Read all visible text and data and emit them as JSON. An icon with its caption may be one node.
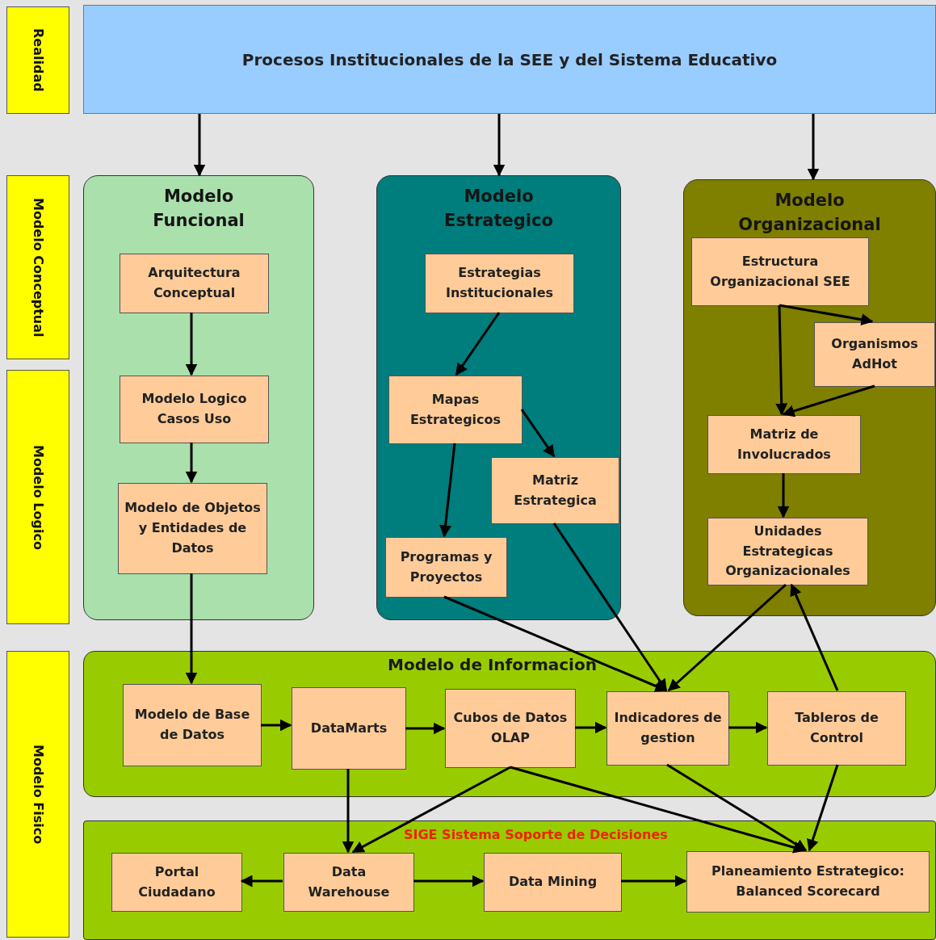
{
  "diagram": {
    "nodes": [
      {
        "text": [
          "Realidad"
        ]
      },
      {
        "text": [
          "Modelo Conceptual"
        ]
      },
      {
        "text": [
          "Modelo Logico"
        ]
      },
      {
        "text": [
          "Modelo Fisico"
        ]
      },
      {
        "text": [
          "Procesos Institucionales de la SEE y del Sistema Educativo"
        ]
      },
      {
        "text": [
          "Modelo Funcional"
        ]
      },
      {
        "text": [
          "Arquitectura Conceptual"
        ],
        "in": 5
      },
      {
        "text": [
          "Modelo Logico Casos Uso"
        ],
        "in": 5
      },
      {
        "text": [
          "Modelo de Objetos y Entidades de Datos"
        ],
        "in": 5
      },
      {
        "text": [
          "Modelo Estrategico"
        ]
      },
      {
        "text": [
          "Estrategias Institucionales"
        ],
        "in": 9
      },
      {
        "text": [
          "Mapas Estrategicos"
        ],
        "in": 9
      },
      {
        "text": [
          "Matriz Estrategica"
        ],
        "in": 9
      },
      {
        "text": [
          "Programas y Proyectos"
        ],
        "in": 9
      },
      {
        "text": [
          "Modelo Organizacional"
        ]
      },
      {
        "text": [
          "Estructura Organizacional SEE"
        ],
        "in": 14
      },
      {
        "text": [
          "Organismos AdHot"
        ],
        "in": 14
      },
      {
        "text": [
          "Matriz de Involucrados"
        ],
        "in": 14
      },
      {
        "text": [
          "Unidades Estrategicas Organizacionales"
        ],
        "in": 14
      },
      {
        "text": [
          "Modelo de Informacion"
        ]
      },
      {
        "text": [
          "Modelo de Base de Datos"
        ],
        "in": 19
      },
      {
        "text": [
          "DataMarts"
        ],
        "in": 19
      },
      {
        "text": [
          "Cubos de Datos OLAP"
        ],
        "in": 19
      },
      {
        "text": [
          "Indicadores de gestion"
        ],
        "in": 19
      },
      {
        "text": [
          "Tableros de Control"
        ],
        "in": 19
      },
      {
        "text": [
          "SIGE Sistema Soporte de Decisiones"
        ]
      },
      {
        "text": [
          "Portal Ciudadano"
        ],
        "in": 25
      },
      {
        "text": [
          "Data Warehouse"
        ],
        "in": 25
      },
      {
        "text": [
          "Data Mining"
        ],
        "in": 25
      },
      {
        "text": [
          "Planeamiento Estrategico: Balanced Scorecard"
        ],
        "in": 25
      }
    ],
    "edges": [
      {
        "from": 4,
        "to": 5,
        "arrow": "to"
      },
      {
        "from": 4,
        "to": 9,
        "arrow": "to"
      },
      {
        "from": 4,
        "to": 14,
        "arrow": "to"
      },
      {
        "from": 6,
        "to": 7,
        "arrow": "to"
      },
      {
        "from": 7,
        "to": 8,
        "arrow": "to"
      },
      {
        "from": 8,
        "to": 20,
        "arrow": "to"
      },
      {
        "from": 10,
        "to": 11,
        "arrow": "to"
      },
      {
        "from": 11,
        "to": 12,
        "arrow": "to"
      },
      {
        "from": 11,
        "to": 13,
        "arrow": "to"
      },
      {
        "from": 15,
        "to": 16,
        "arrow": "to"
      },
      {
        "from": 15,
        "to": 17,
        "arrow": "to"
      },
      {
        "from": 16,
        "to": 17,
        "arrow": "to"
      },
      {
        "from": 17,
        "to": 18,
        "arrow": "to"
      },
      {
        "from": 13,
        "to": 23,
        "arrow": "to"
      },
      {
        "from": 12,
        "to": 23,
        "arrow": "to"
      },
      {
        "from": 18,
        "to": 23,
        "arrow": "to"
      },
      {
        "from": 24,
        "to": 18,
        "arrow": "to"
      },
      {
        "from": 20,
        "to": 21,
        "arrow": "to"
      },
      {
        "from": 21,
        "to": 22,
        "arrow": "to"
      },
      {
        "from": 22,
        "to": 23,
        "arrow": "to"
      },
      {
        "from": 23,
        "to": 24,
        "arrow": "to"
      },
      {
        "from": 21,
        "to": 27,
        "arrow": "to"
      },
      {
        "from": 22,
        "to": 27,
        "arrow": "to"
      },
      {
        "from": 22,
        "to": 29,
        "arrow": "to"
      },
      {
        "from": 23,
        "to": 29,
        "arrow": "to"
      },
      {
        "from": 24,
        "to": 29,
        "arrow": "to"
      },
      {
        "from": 27,
        "to": 26,
        "arrow": "to"
      },
      {
        "from": 27,
        "to": 28,
        "arrow": "to"
      },
      {
        "from": 28,
        "to": 29,
        "arrow": "to"
      }
    ]
  }
}
